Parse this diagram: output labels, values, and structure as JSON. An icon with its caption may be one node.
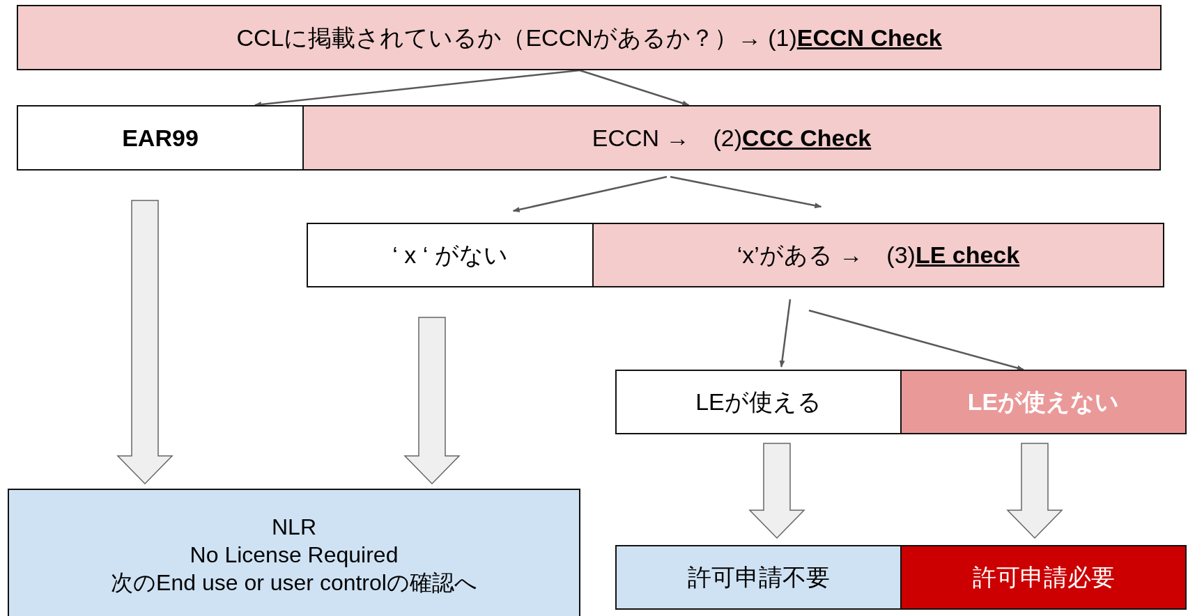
{
  "diagram": {
    "nodes": [
      {
        "text": [
          "CCLに掲載されているか（ECCNがあるか？）→ (1)**ECCN Check**"
        ]
      },
      {
        "text": [
          "EAR99"
        ]
      },
      {
        "text": [
          "ECCN →　(2)**CCC Check**"
        ]
      },
      {
        "text": [
          "‘ x ‘ がない"
        ]
      },
      {
        "text": [
          "‘x’がある →　(3)**LE check**"
        ]
      },
      {
        "text": [
          "LEが使える"
        ]
      },
      {
        "text": [
          "LEが使えない"
        ]
      },
      {
        "text": [
          "NLR",
          "No License Required",
          "次のEnd use or user controlの確認へ"
        ]
      },
      {
        "text": [
          "許可申請不要"
        ]
      },
      {
        "text": [
          "許可申請必要"
        ]
      }
    ],
    "edges": [
      {
        "from": 0,
        "to": 1,
        "arrow": "to"
      },
      {
        "from": 0,
        "to": 2,
        "arrow": "to"
      },
      {
        "from": 2,
        "to": 3,
        "arrow": "to"
      },
      {
        "from": 2,
        "to": 4,
        "arrow": "to"
      },
      {
        "from": 4,
        "to": 5,
        "arrow": "to"
      },
      {
        "from": 4,
        "to": 6,
        "arrow": "to"
      },
      {
        "from": 1,
        "to": 7,
        "arrow": "to",
        "style": "thick"
      },
      {
        "from": 3,
        "to": 7,
        "arrow": "to",
        "style": "thick"
      },
      {
        "from": 5,
        "to": 8,
        "arrow": "to",
        "style": "thick"
      },
      {
        "from": 6,
        "to": 9,
        "arrow": "to",
        "style": "thick"
      }
    ]
  }
}
